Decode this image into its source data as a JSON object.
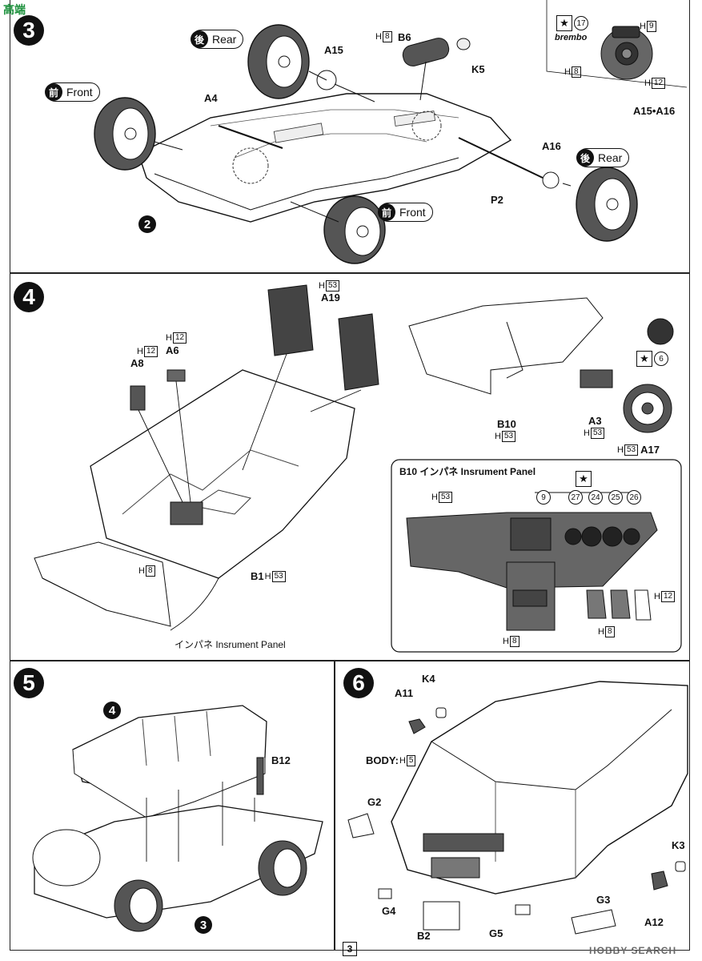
{
  "page_number": "3",
  "watermark_top": "高端",
  "watermark_bottom": "HOBBY SEARCH",
  "step3": {
    "badge": "3",
    "labels": {
      "rear_pill": "Rear",
      "rear_kanji": "後",
      "front_pill": "Front",
      "front_kanji": "前",
      "front_pill2": "Front",
      "rear_pill2": "Rear",
      "a15": "A15",
      "a4": "A4",
      "b6": "B6",
      "k5": "K5",
      "a16": "A16",
      "p2": "P2",
      "ref2": "2",
      "h8": "H",
      "h8n": "8",
      "inset_caption": "A15•A16",
      "inset_h9": "9",
      "inset_h8": "8",
      "inset_h12": "12",
      "inset_num17": "17",
      "brembo": "brembo"
    }
  },
  "step4": {
    "badge": "4",
    "labels": {
      "a19": "A19",
      "h53": "53",
      "a6": "A6",
      "h12": "12",
      "a8": "A8",
      "h12b": "12",
      "h8": "8",
      "b1": "B1",
      "b1h": "53",
      "b10": "B10",
      "b10h": "53",
      "a3": "A3",
      "a3h": "53",
      "a17": "A17",
      "a17h": "53",
      "num6": "6",
      "insp": "インパネ Insrument Panel"
    },
    "inset": {
      "title": "B10  インパネ  Insrument Panel",
      "h53": "53",
      "nums": [
        "9",
        "27",
        "24",
        "25",
        "26"
      ],
      "h12": "12",
      "h8a": "8",
      "h8b": "8"
    }
  },
  "step5": {
    "badge": "5",
    "labels": {
      "ref4": "4",
      "b12": "B12",
      "ref3": "3"
    }
  },
  "step6": {
    "badge": "6",
    "labels": {
      "k4": "K4",
      "a11": "A11",
      "body": "BODY:",
      "body_h": "5",
      "g2": "G2",
      "g4": "G4",
      "b2": "B2",
      "g5": "G5",
      "g3": "G3",
      "a12": "A12",
      "k3": "K3"
    }
  }
}
